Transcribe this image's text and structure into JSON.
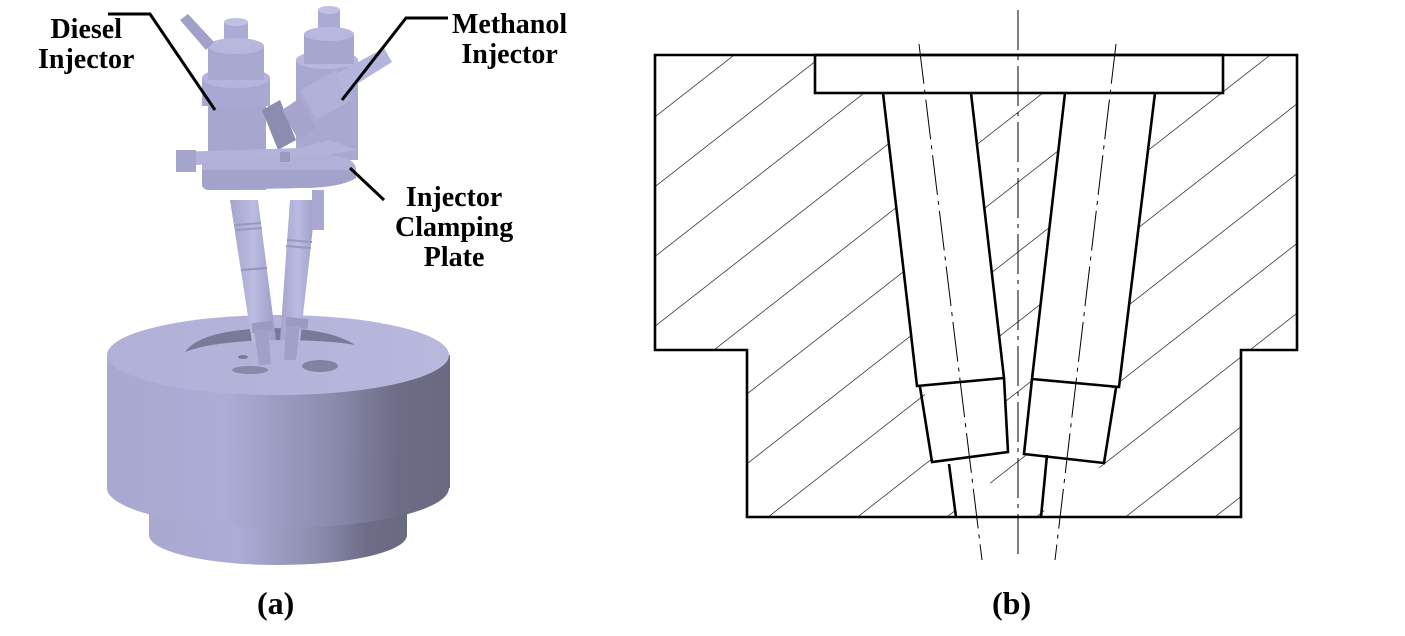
{
  "figure": {
    "panel_a": {
      "caption": "(a)",
      "labels": {
        "diesel_line1": "Diesel",
        "diesel_line2": "Injector",
        "methanol_line1": "Methanol",
        "methanol_line2": "Injector",
        "plate_line1": "Injector",
        "plate_line2": "Clamping",
        "plate_line3": "Plate"
      },
      "colors": {
        "body": "#b0b0d6",
        "shade": "#6a6a82",
        "light": "#c4c4e8"
      }
    },
    "panel_b": {
      "caption": "(b)",
      "colors": {
        "line": "#000000",
        "hatch": "#000000"
      }
    }
  }
}
